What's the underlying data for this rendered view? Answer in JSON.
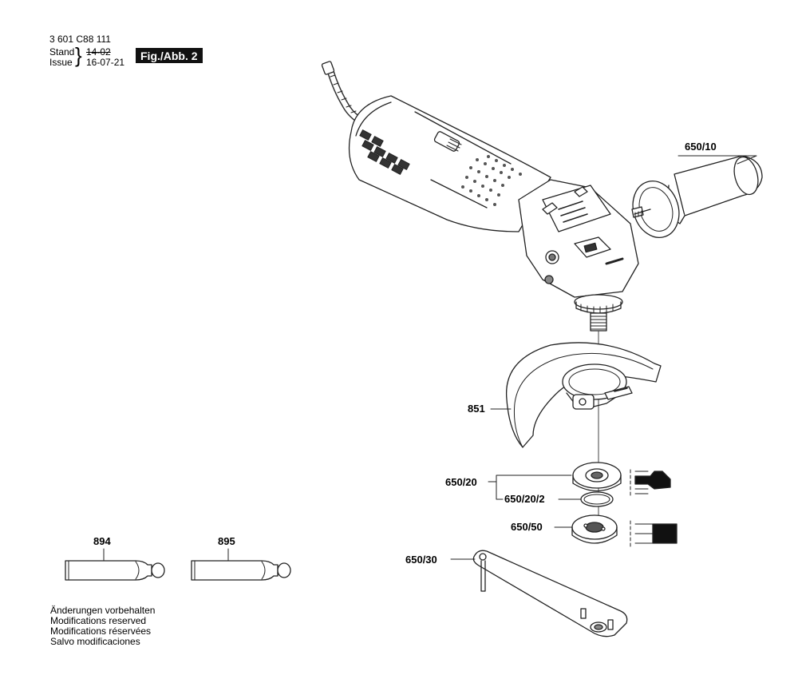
{
  "header": {
    "part_number": "3 601 C88 111",
    "stand_label": "Stand",
    "issue_label": "Issue",
    "old_date": "14-02",
    "new_date": "16-07-21",
    "figure": "Fig./Abb. 2"
  },
  "parts": {
    "p650_10": "650/10",
    "p851": "851",
    "p650_20": "650/20",
    "p650_20_2": "650/20/2",
    "p650_50": "650/50",
    "p650_30": "650/30",
    "p894": "894",
    "p895": "895"
  },
  "notes": [
    "Änderungen vorbehalten",
    "Modifications reserved",
    "Modifications réservées",
    "Salvo modificaciones"
  ]
}
